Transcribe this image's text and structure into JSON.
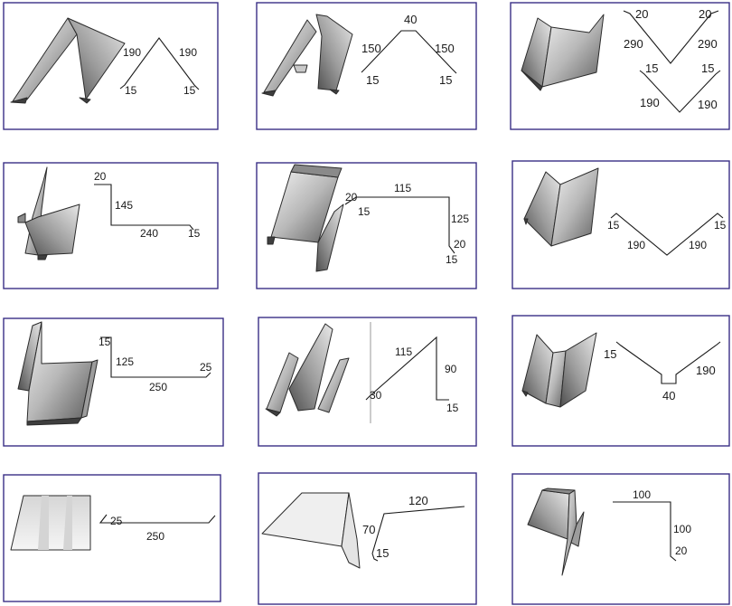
{
  "panels": [
    {
      "id": "p1",
      "labels": [
        "190",
        "190",
        "15",
        "15"
      ]
    },
    {
      "id": "p2",
      "labels": [
        "40",
        "150",
        "150",
        "15",
        "15"
      ]
    },
    {
      "id": "p3",
      "labels": [
        "20",
        "20",
        "290",
        "290",
        "15",
        "15",
        "190",
        "190"
      ]
    },
    {
      "id": "p4",
      "labels": [
        "20",
        "145",
        "240",
        "15"
      ]
    },
    {
      "id": "p5",
      "labels": [
        "20",
        "15",
        "115",
        "125",
        "20",
        "15"
      ]
    },
    {
      "id": "p6",
      "labels": [
        "15",
        "15",
        "190",
        "190"
      ]
    },
    {
      "id": "p7",
      "labels": [
        "15",
        "125",
        "25",
        "250"
      ]
    },
    {
      "id": "p8",
      "labels": [
        "115",
        "90",
        "30",
        "15"
      ]
    },
    {
      "id": "p9",
      "labels": [
        "15",
        "190",
        "40"
      ]
    },
    {
      "id": "p10",
      "labels": [
        "25",
        "250"
      ]
    },
    {
      "id": "p11",
      "labels": [
        "120",
        "70",
        "15"
      ]
    },
    {
      "id": "p12",
      "labels": [
        "100",
        "100",
        "20"
      ]
    }
  ],
  "colors": {
    "frame": "#3a2f86",
    "line": "#1a1a1a",
    "metal_light": "#eeeeee",
    "metal_mid": "#a9a9a9",
    "metal_dark": "#5e5e5e"
  }
}
